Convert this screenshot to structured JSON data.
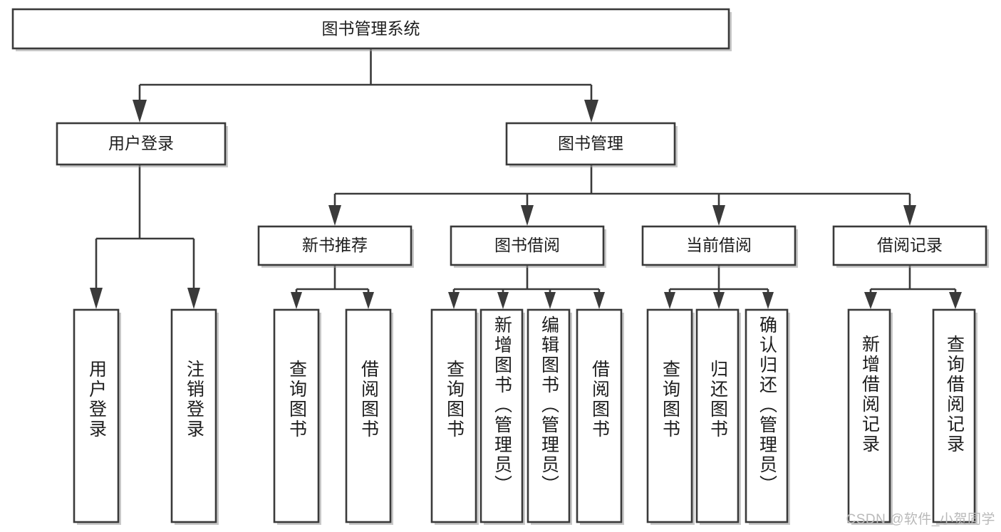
{
  "diagram": {
    "type": "tree",
    "title": "图书管理系统",
    "watermark": "CSDN @软件_小贺同学",
    "root": {
      "id": "root",
      "label": "图书管理系统",
      "orientation": "horizontal"
    },
    "level1": [
      {
        "id": "user-login",
        "label": "用户登录",
        "orientation": "horizontal"
      },
      {
        "id": "book-management",
        "label": "图书管理",
        "orientation": "horizontal"
      }
    ],
    "level2": [
      {
        "id": "new-book-recommend",
        "label": "新书推荐",
        "parent": "book-management",
        "orientation": "horizontal"
      },
      {
        "id": "book-borrow",
        "label": "图书借阅",
        "parent": "book-management",
        "orientation": "horizontal"
      },
      {
        "id": "current-borrow",
        "label": "当前借阅",
        "parent": "book-management",
        "orientation": "horizontal"
      },
      {
        "id": "borrow-record",
        "label": "借阅记录",
        "parent": "book-management",
        "orientation": "horizontal"
      }
    ],
    "leaves": [
      {
        "id": "leaf-user-login",
        "label": "用户登录",
        "parent": "user-login",
        "orientation": "vertical"
      },
      {
        "id": "leaf-user-logout",
        "label": "注销登录",
        "parent": "user-login",
        "orientation": "vertical"
      },
      {
        "id": "leaf-query-book-1",
        "label": "查询图书",
        "parent": "new-book-recommend",
        "orientation": "vertical"
      },
      {
        "id": "leaf-borrow-book-1",
        "label": "借阅图书",
        "parent": "new-book-recommend",
        "orientation": "vertical"
      },
      {
        "id": "leaf-query-book-2",
        "label": "查询图书",
        "parent": "book-borrow",
        "orientation": "vertical"
      },
      {
        "id": "leaf-add-book",
        "label": "新增图书（管理员）",
        "parent": "book-borrow",
        "orientation": "vertical"
      },
      {
        "id": "leaf-edit-book",
        "label": "编辑图书（管理员）",
        "parent": "book-borrow",
        "orientation": "vertical"
      },
      {
        "id": "leaf-borrow-book-2",
        "label": "借阅图书",
        "parent": "book-borrow",
        "orientation": "vertical"
      },
      {
        "id": "leaf-query-book-3",
        "label": "查询图书",
        "parent": "current-borrow",
        "orientation": "vertical"
      },
      {
        "id": "leaf-return-book",
        "label": "归还图书",
        "parent": "current-borrow",
        "orientation": "vertical"
      },
      {
        "id": "leaf-confirm-return",
        "label": "确认归还（管理员）",
        "parent": "current-borrow",
        "orientation": "vertical"
      },
      {
        "id": "leaf-add-record",
        "label": "新增借阅记录",
        "parent": "borrow-record",
        "orientation": "vertical"
      },
      {
        "id": "leaf-query-record",
        "label": "查询借阅记录",
        "parent": "borrow-record",
        "orientation": "vertical"
      }
    ],
    "colors": {
      "stroke": "#3a3a3a",
      "fill": "#ffffff",
      "text": "#1d1d1d",
      "shadow": "#9a9a9a",
      "watermark": "#b9b9b9",
      "background": "#ffffff"
    }
  }
}
